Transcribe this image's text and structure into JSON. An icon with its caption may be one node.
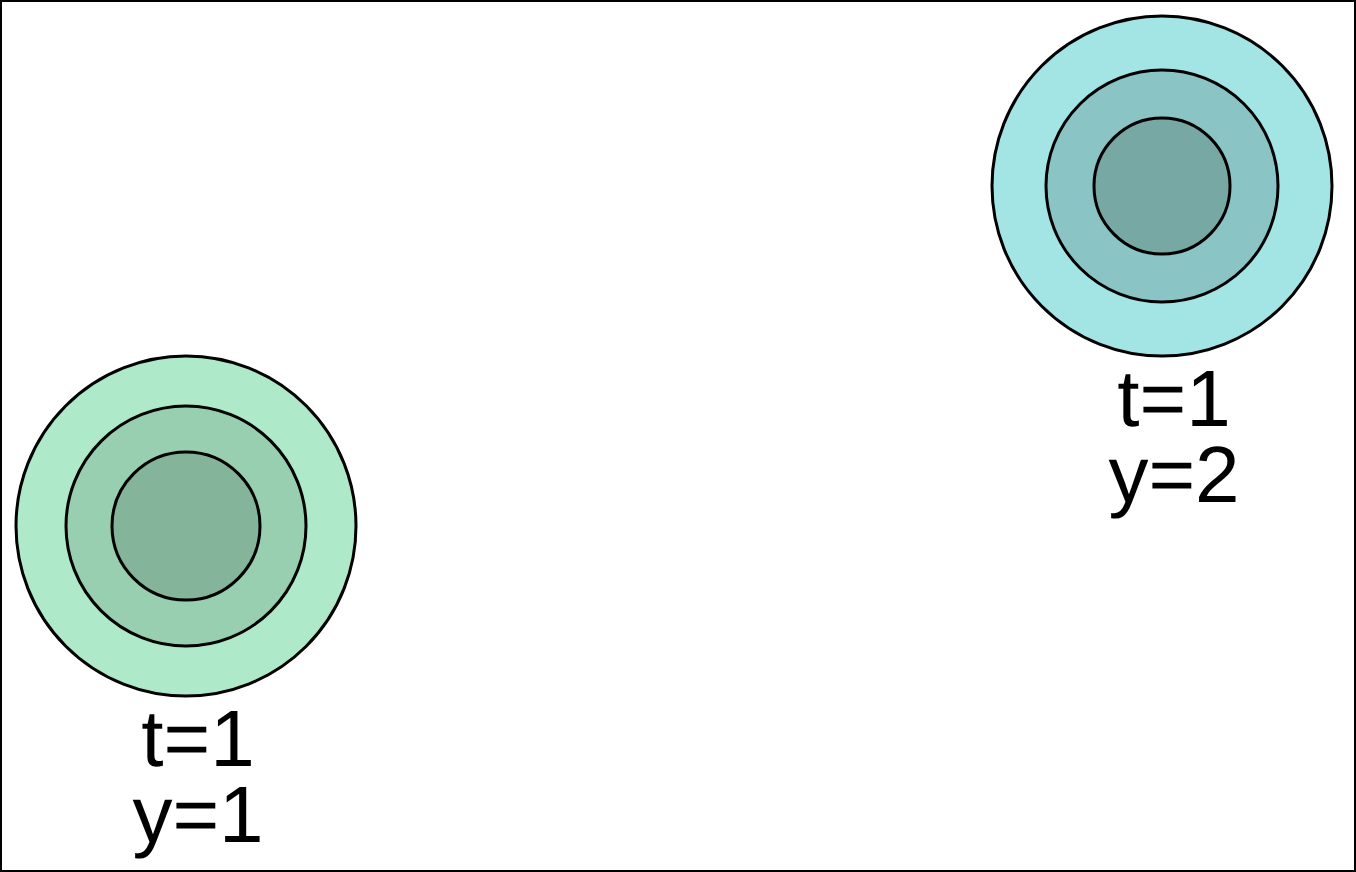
{
  "diagram": {
    "nodes": [
      {
        "text": [
          "t=1 y=2"
        ]
      },
      {
        "text": [],
        "shape": "circle",
        "in": 0
      },
      {
        "text": [],
        "shape": "circle",
        "in": 1
      },
      {
        "text": [
          "t=1 y=1"
        ]
      },
      {
        "text": [],
        "shape": "circle",
        "in": 3
      },
      {
        "text": [],
        "shape": "circle",
        "in": 4
      }
    ]
  }
}
